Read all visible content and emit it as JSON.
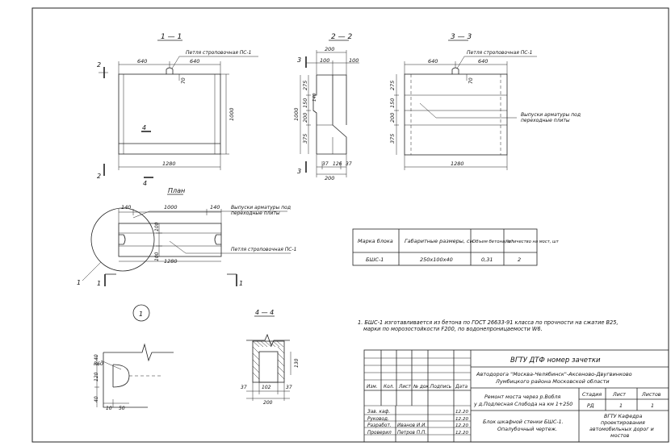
{
  "views": {
    "s11": {
      "title": "1 — 1",
      "loop_label": "Петля строповочная ПС-1",
      "dims": [
        "640",
        "640",
        "70",
        "1000",
        "1280"
      ],
      "marks": [
        "2",
        "2",
        "4",
        "4"
      ]
    },
    "s22": {
      "title": "2 — 2",
      "dims": [
        "200",
        "100",
        "100",
        "275",
        "140",
        "150",
        "200",
        "375",
        "1000",
        "37",
        "126",
        "37",
        "200"
      ],
      "marks": [
        "3",
        "3"
      ]
    },
    "s33": {
      "title": "3 — 3",
      "loop_label": "Петля строповочная ПС-1",
      "rebar_label_1": "Выпуски арматуры под",
      "rebar_label_2": "переходные плиты",
      "dims": [
        "640",
        "640",
        "70",
        "275",
        "150",
        "200",
        "375",
        "1280"
      ]
    },
    "plan": {
      "title": "План",
      "rebar_label_1": "Выпуски арматуры под",
      "rebar_label_2": "переходные плиты",
      "loop_label": "Петля строповочная ПС-1",
      "dims": [
        "140",
        "1000",
        "140",
        "100",
        "100",
        "1280"
      ],
      "marks": [
        "1",
        "1",
        "1"
      ]
    },
    "node1": {
      "title": "1",
      "dims": [
        "40",
        "R60",
        "120",
        "40",
        "10",
        "50"
      ]
    },
    "s44": {
      "title": "4 — 4",
      "dims": [
        "130",
        "37",
        "102",
        "37",
        "200"
      ]
    }
  },
  "spec_table": {
    "headers": [
      "Марка блока",
      "Габаритные размеры, см",
      "Объем бетона, м³",
      "Количество на мост, шт"
    ],
    "rows": [
      [
        "БШС-1",
        "250х100х40",
        "0,31",
        "2"
      ]
    ]
  },
  "note_line1": "1. БШС-1 изготавливается из бетона по ГОСТ 26633-91 класса по прочности на сжатие В25,",
  "note_line2": "марки по морозостойкости F200, по водонепроницаемости W6.",
  "title_block": {
    "header": "ВГТУ ДТФ номер зачетки",
    "project_1": "Автодорога \"Москва-Челябинск\"-Аксеново-Двугвинково",
    "project_2": "Лумбицкого района Московской области",
    "cols": [
      "Изм.",
      "Кол.",
      "Лист",
      "№ док.",
      "Подпись",
      "Дата"
    ],
    "work_1": "Ремонт моста через р.Вобля",
    "work_2": "у д.Подлесная Слобода на км 1+250",
    "stage_headers": [
      "Стадия",
      "Лист",
      "Листов"
    ],
    "stage_values": [
      "РД",
      "1",
      "1"
    ],
    "doc_1": "Блок шкафной стенки БШС-1.",
    "doc_2": "Опалубочный чертеж.",
    "org_1": "ВГТУ Кафедра",
    "org_2": "проектирования",
    "org_3": "автомобильных дорог и",
    "org_4": "мостов",
    "roles": [
      {
        "role": "Зав. каф.",
        "name": "",
        "date": "12.20"
      },
      {
        "role": "Руковод.",
        "name": "",
        "date": "12.20"
      },
      {
        "role": "Разработ.",
        "name": "Иванов И.И.",
        "date": "12.20"
      },
      {
        "role": "Проверил",
        "name": "Петров П.П.",
        "date": "12.20"
      }
    ]
  }
}
